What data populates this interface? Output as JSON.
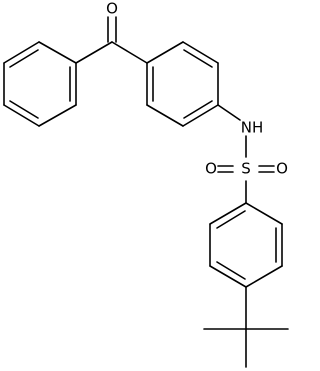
{
  "labels": {
    "carbonyl_oxygen": "O",
    "amine": "NH",
    "sulfur": "S",
    "sulfonyl_oxygen_left": "O",
    "sulfonyl_oxygen_right": "O"
  },
  "colors": {
    "bond": "#000000",
    "atom_label": "#000000",
    "background": "#ffffff"
  }
}
